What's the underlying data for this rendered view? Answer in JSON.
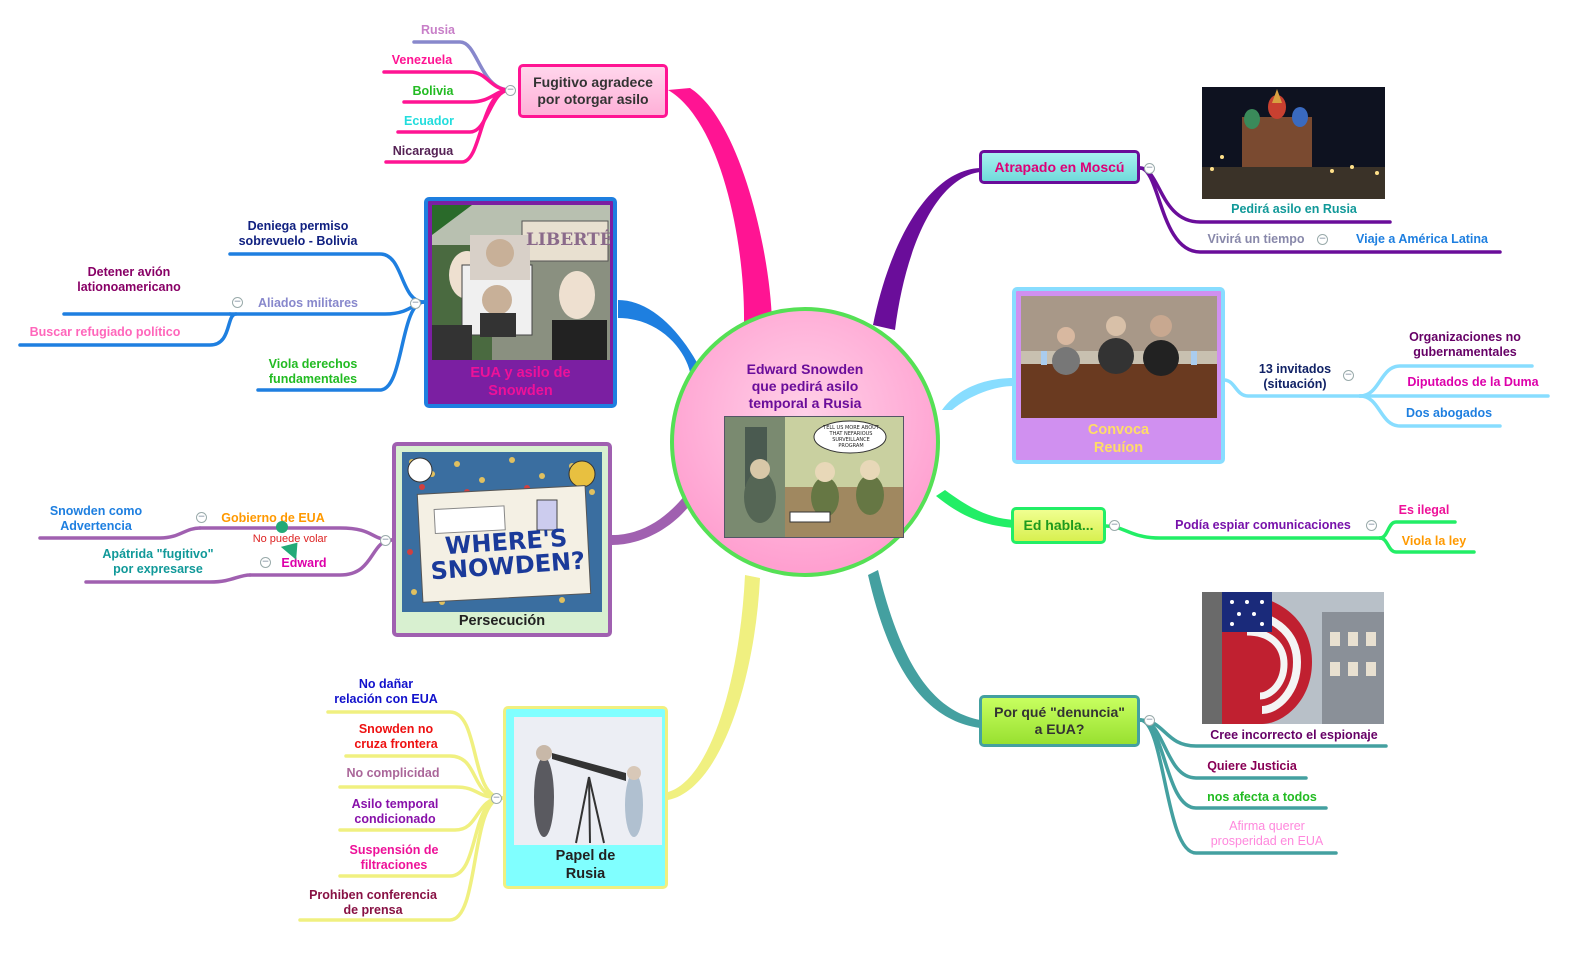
{
  "center": {
    "title": "Edward Snowden\nque pedirá asilo\ntemporal a Rusia",
    "cartoon_text": "TELL US MORE ABOUT THAT NEFARIOUS SURVEILLANCE PROGRAM"
  },
  "branches": {
    "fugitivo": {
      "label": "Fugitivo agradece\npor otorgar asilo",
      "color": "#ff1493",
      "children": [
        {
          "text": "Rusia",
          "color": "#c87fc8"
        },
        {
          "text": "Venezuela",
          "color": "#ff1493"
        },
        {
          "text": "Bolivia",
          "color": "#22bb22"
        },
        {
          "text": "Ecuador",
          "color": "#22dddd"
        },
        {
          "text": "Nicaragua",
          "color": "#552255"
        }
      ]
    },
    "eua": {
      "caption": "EUA y asilo de\nSnowden",
      "sign_text": "LIBERTÉ",
      "color": "#1e7fe0",
      "children": [
        {
          "text": "Deniega permiso\nsobrevuelo - Bolivia",
          "color": "#102080"
        },
        {
          "text": "Aliados militares",
          "color": "#8888cc"
        },
        {
          "text": "Detener avión\nlationoamericano",
          "color": "#880066"
        },
        {
          "text": "Buscar refugiado político",
          "color": "#ff66bb"
        },
        {
          "text": "Viola derechos\nfundamentales",
          "color": "#22bb22"
        }
      ]
    },
    "persecucion": {
      "caption": "Persecución",
      "poster_text": "WHERE'S\nSNOWDEN?",
      "color": "#a060b0",
      "children": [
        {
          "text": "Gobierno de EUA",
          "color": "#ff9900"
        },
        {
          "text": "Snowden como\nAdvertencia",
          "color": "#1e7fe0"
        },
        {
          "text": "No puede volar",
          "color": "#dd2222"
        },
        {
          "text": "Edward",
          "color": "#dd00aa"
        },
        {
          "text": "Apátrida \"fugitivo\"\npor expresarse",
          "color": "#119999"
        }
      ]
    },
    "papel": {
      "caption": "Papel de\nRusia",
      "color": "#f0f080",
      "children": [
        {
          "text": "No dañar\nrelación con EUA",
          "color": "#1111cc"
        },
        {
          "text": "Snowden no\ncruza frontera",
          "color": "#ee1111"
        },
        {
          "text": "No complicidad",
          "color": "#aa6699"
        },
        {
          "text": "Asilo temporal\ncondicionado",
          "color": "#8811aa"
        },
        {
          "text": "Suspensión de\nfiltraciones",
          "color": "#ee1199"
        },
        {
          "text": "Prohiben conferencia\nde prensa",
          "color": "#881144"
        }
      ]
    },
    "moscu": {
      "label": "Atrapado en Moscú",
      "color": "#6a0d9a",
      "children": [
        {
          "text": "Pedirá asilo en Rusia",
          "color": "#119999"
        },
        {
          "text": "Vivirá un tiempo",
          "color": "#8888aa"
        },
        {
          "text": "Viaje a América Latina",
          "color": "#1e7fe0"
        }
      ]
    },
    "convoca": {
      "caption": "Convoca\nReuíon",
      "color": "#88ddff",
      "children": [
        {
          "text": "13 invitados\n(situación)",
          "color": "#112266"
        },
        {
          "text": "Organizaciones no\ngubernamentales",
          "color": "#660066"
        },
        {
          "text": "Diputados de la Duma",
          "color": "#dd00aa"
        },
        {
          "text": "Dos abogados",
          "color": "#1e7fe0"
        }
      ]
    },
    "habla": {
      "label": "Ed habla...",
      "color": "#22ee66",
      "children": [
        {
          "text": "Podía espiar comunicaciones",
          "color": "#7711aa"
        },
        {
          "text": "Es ilegal",
          "color": "#ee1199"
        },
        {
          "text": "Viola la ley",
          "color": "#ff9900"
        }
      ]
    },
    "porque": {
      "label": "Por qué \"denuncia\"\na EUA?",
      "color": "#44a0a0",
      "children": [
        {
          "text": "Cree incorrecto el espionaje",
          "color": "#660066"
        },
        {
          "text": "Quiere Justicia",
          "color": "#880055"
        },
        {
          "text": "nos afecta a todos",
          "color": "#22bb22"
        },
        {
          "text": "Afirma querer\nprosperidad en EUA",
          "color": "#ff88dd"
        }
      ]
    }
  }
}
